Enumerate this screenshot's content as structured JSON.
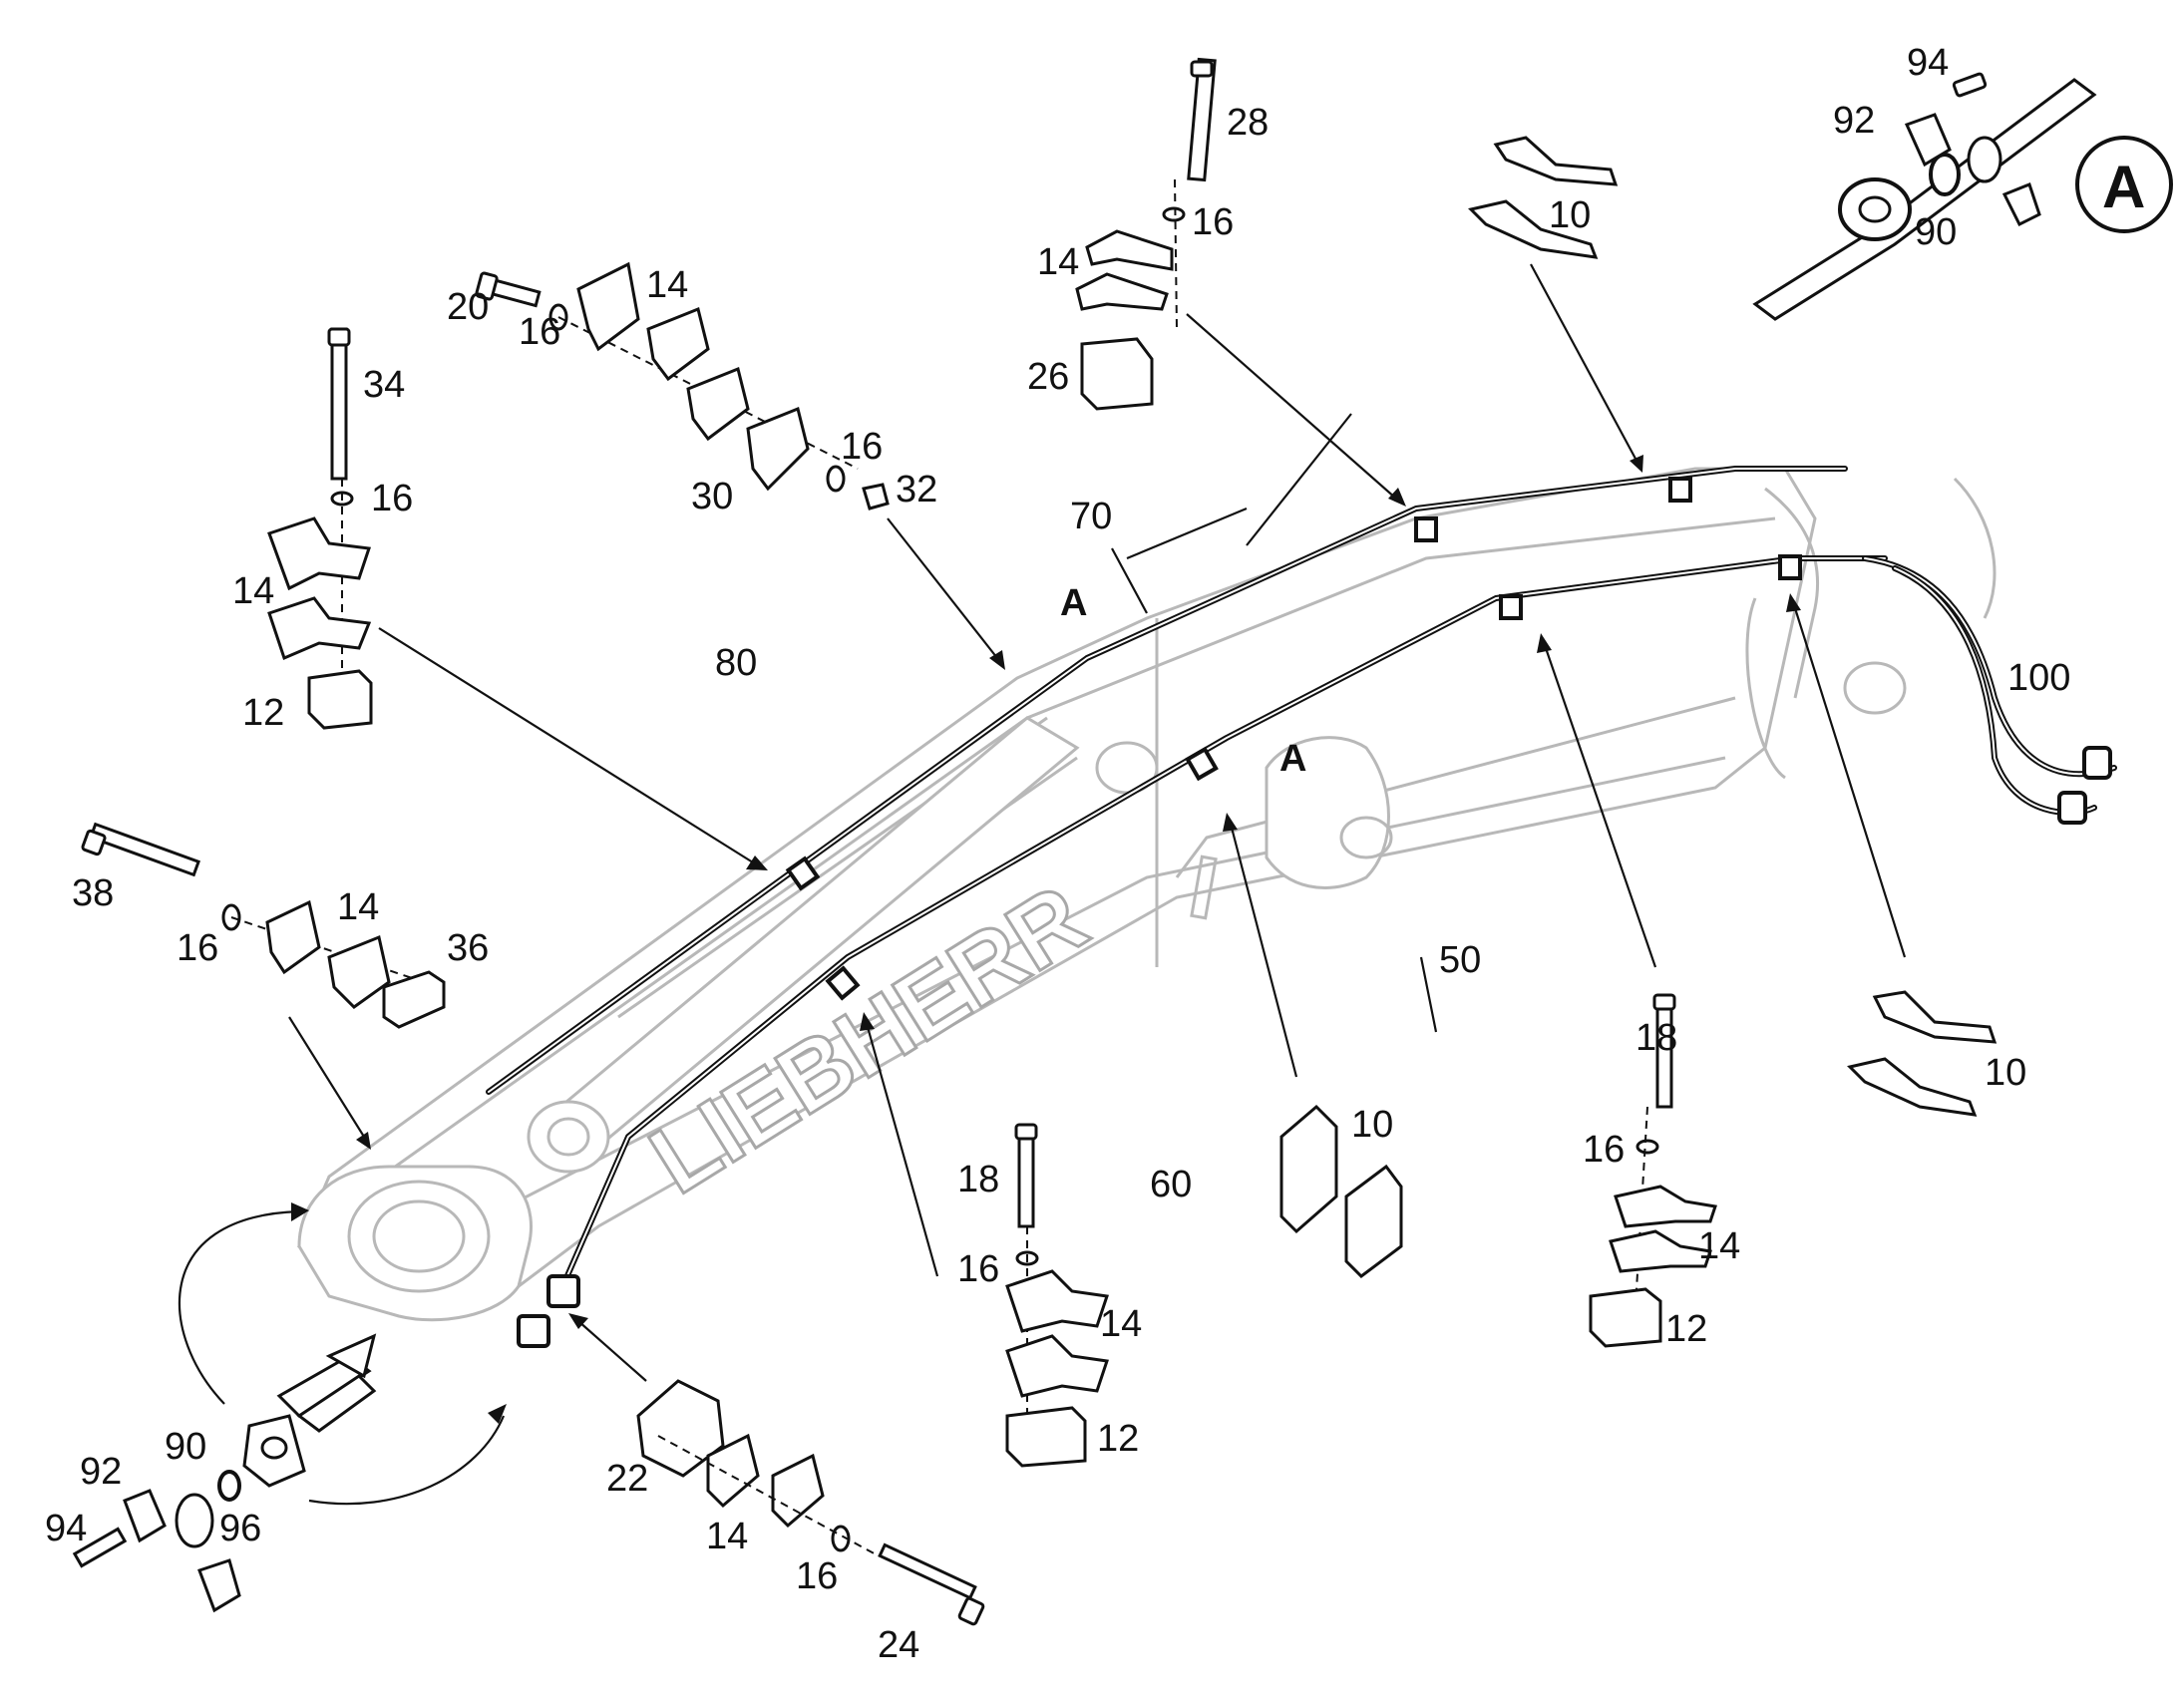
{
  "diagram": {
    "brand_text": "LIEBHERR",
    "detail_callout": "A",
    "view_markers": [
      {
        "id": "marker-a-upper",
        "text": "A"
      },
      {
        "id": "marker-a-lower",
        "text": "A"
      }
    ],
    "part_labels": [
      {
        "id": "p28",
        "text": "28"
      },
      {
        "id": "p16a",
        "text": "16"
      },
      {
        "id": "p14a",
        "text": "14"
      },
      {
        "id": "p26",
        "text": "26"
      },
      {
        "id": "p10a",
        "text": "10"
      },
      {
        "id": "p94a",
        "text": "94"
      },
      {
        "id": "p92a",
        "text": "92"
      },
      {
        "id": "p90a",
        "text": "90"
      },
      {
        "id": "p20",
        "text": "20"
      },
      {
        "id": "p14b",
        "text": "14"
      },
      {
        "id": "p16b",
        "text": "16"
      },
      {
        "id": "p16c",
        "text": "16"
      },
      {
        "id": "p30",
        "text": "30"
      },
      {
        "id": "p32",
        "text": "32"
      },
      {
        "id": "p34",
        "text": "34"
      },
      {
        "id": "p16d",
        "text": "16"
      },
      {
        "id": "p14c",
        "text": "14"
      },
      {
        "id": "p12a",
        "text": "12"
      },
      {
        "id": "p70",
        "text": "70"
      },
      {
        "id": "p80",
        "text": "80"
      },
      {
        "id": "p100",
        "text": "100"
      },
      {
        "id": "p38",
        "text": "38"
      },
      {
        "id": "p14d",
        "text": "14"
      },
      {
        "id": "p36",
        "text": "36"
      },
      {
        "id": "p16e",
        "text": "16"
      },
      {
        "id": "p50",
        "text": "50"
      },
      {
        "id": "p18a",
        "text": "18"
      },
      {
        "id": "p10b",
        "text": "10"
      },
      {
        "id": "p16f",
        "text": "16"
      },
      {
        "id": "p14e",
        "text": "14"
      },
      {
        "id": "p12b",
        "text": "12"
      },
      {
        "id": "p10c",
        "text": "10"
      },
      {
        "id": "p60",
        "text": "60"
      },
      {
        "id": "p18b",
        "text": "18"
      },
      {
        "id": "p16g",
        "text": "16"
      },
      {
        "id": "p14f",
        "text": "14"
      },
      {
        "id": "p12c",
        "text": "12"
      },
      {
        "id": "p22",
        "text": "22"
      },
      {
        "id": "p14g",
        "text": "14"
      },
      {
        "id": "p16h",
        "text": "16"
      },
      {
        "id": "p24",
        "text": "24"
      },
      {
        "id": "p90b",
        "text": "90"
      },
      {
        "id": "p92b",
        "text": "92"
      },
      {
        "id": "p94b",
        "text": "94"
      },
      {
        "id": "p96",
        "text": "96"
      }
    ]
  }
}
